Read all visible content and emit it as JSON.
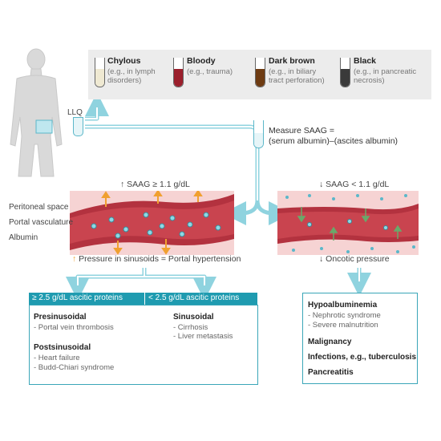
{
  "fluids": [
    {
      "title": "Chylous",
      "desc": [
        "(e.g., in lymph",
        "disorders)"
      ],
      "color": "#efe9d2"
    },
    {
      "title": "Bloody",
      "desc": [
        "(e.g., trauma)"
      ],
      "color": "#9b1f2c"
    },
    {
      "title": "Dark brown",
      "desc": [
        "(e.g., in biliary",
        "tract perforation)"
      ],
      "color": "#6e3b12"
    },
    {
      "title": "Black",
      "desc": [
        "(e.g., in pancreatic",
        "necrosis)"
      ],
      "color": "#3a3a3a"
    }
  ],
  "llq_label": "LLQ",
  "saag": {
    "line1": "Measure SAAG =",
    "line2": "(serum albumin)–(ascites albumin)"
  },
  "high": {
    "label": "↑ SAAG ≥ 1.1 g/dL",
    "caption_arrow": "↑",
    "caption": "Pressure in sinusoids = Portal hypertension"
  },
  "low": {
    "label": "↓ SAAG < 1.1 g/dL",
    "caption": "↓ Oncotic pressure"
  },
  "legend": [
    "Peritoneal space",
    "Portal vasculature",
    "Albumin"
  ],
  "protein_high": {
    "header": "≥ 2.5 g/dL ascitic proteins",
    "groups": [
      {
        "title": "Presinusoidal",
        "items": [
          "- Portal vein thrombosis"
        ]
      },
      {
        "title": "Postsinusoidal",
        "items": [
          "- Heart failure",
          "- Budd-Chiari syndrome"
        ]
      }
    ]
  },
  "protein_low": {
    "header": "< 2.5 g/dL ascitic proteins",
    "groups": [
      {
        "title": "Sinusoidal",
        "items": [
          "- Cirrhosis",
          "- Liver metastasis"
        ]
      }
    ]
  },
  "low_causes": {
    "groups": [
      {
        "title": "Hypoalbuminemia",
        "items": [
          "- Nephrotic syndrome",
          "- Severe malnutrition"
        ]
      },
      {
        "title": "Malignancy",
        "items": []
      },
      {
        "title": "Infections, e.g., tuberculosis",
        "items": []
      },
      {
        "title": "Pancreatitis",
        "items": []
      }
    ]
  },
  "colors": {
    "teal": "#1f9bb0",
    "arrow": "#8fd3df",
    "vessel": "#b3323f",
    "albumin": "#5bb7c9",
    "pressure": "#f0a030",
    "panel": "#f6d3d3"
  }
}
